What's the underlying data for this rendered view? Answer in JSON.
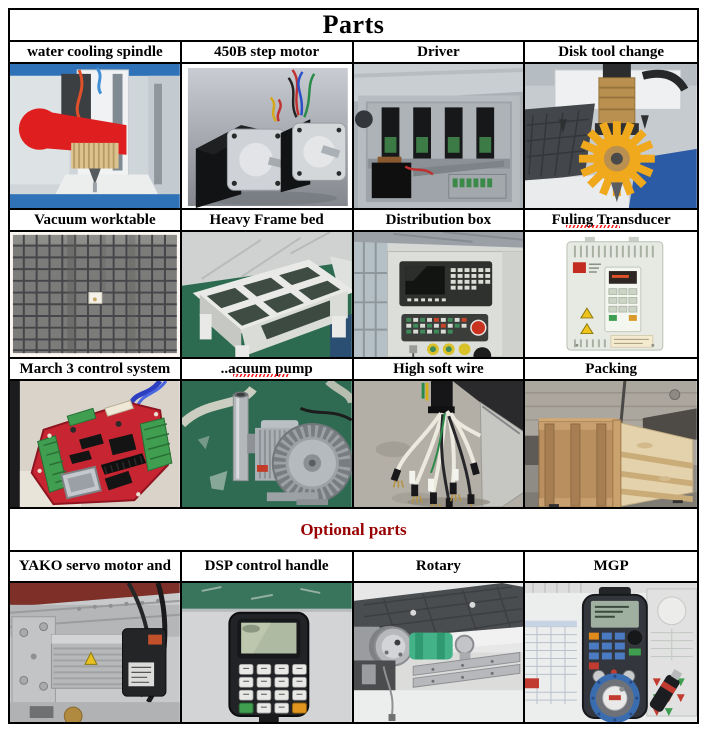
{
  "title": "Parts",
  "optional_heading": "Optional parts",
  "colors": {
    "border": "#000000",
    "optional_heading_text": "#990000",
    "spellcheck_underline": "#ff1a1a"
  },
  "sections": [
    {
      "headers": [
        "water cooling spindle",
        "450B step motor",
        "Driver",
        "Disk tool change"
      ],
      "photos": [
        "cnc water cooling spindle with red dust shoe",
        "two black 450B stepper motors with colored wires",
        "driver units inside open control cabinet",
        "gold spindle with yellow disk tool changer"
      ]
    },
    {
      "headers": [
        "Vacuum worktable",
        "Heavy Frame bed",
        "Distribution box",
        "Fuling Transducer"
      ],
      "photos": [
        "black grid vacuum worktable with white square",
        "white heavy steel frame bed on green floor",
        "distribution box cabinet with cnc control panel",
        "light green fuling inverter transducer unit"
      ]
    },
    {
      "headers": [
        "March 3 control system",
        "..acuum pump",
        "High soft wire",
        "Packing"
      ],
      "photos": [
        "red march 3 controller pcb with green terminals",
        "silver vacuum pump on green floor",
        "bundle of white high soft wires with connectors",
        "wooden plywood packing crate"
      ]
    },
    {
      "headers": [
        "YAKO servo motor and",
        "DSP control handle",
        "Rotary",
        "MGP"
      ],
      "photos": [
        "silver yako servo motor with black encoder cap",
        "black dsp handheld control handle with keypad",
        "rotary axis attachment with green cylinder on worktable",
        "mpg handwheel pendant with usb receiver over software screen"
      ]
    }
  ]
}
